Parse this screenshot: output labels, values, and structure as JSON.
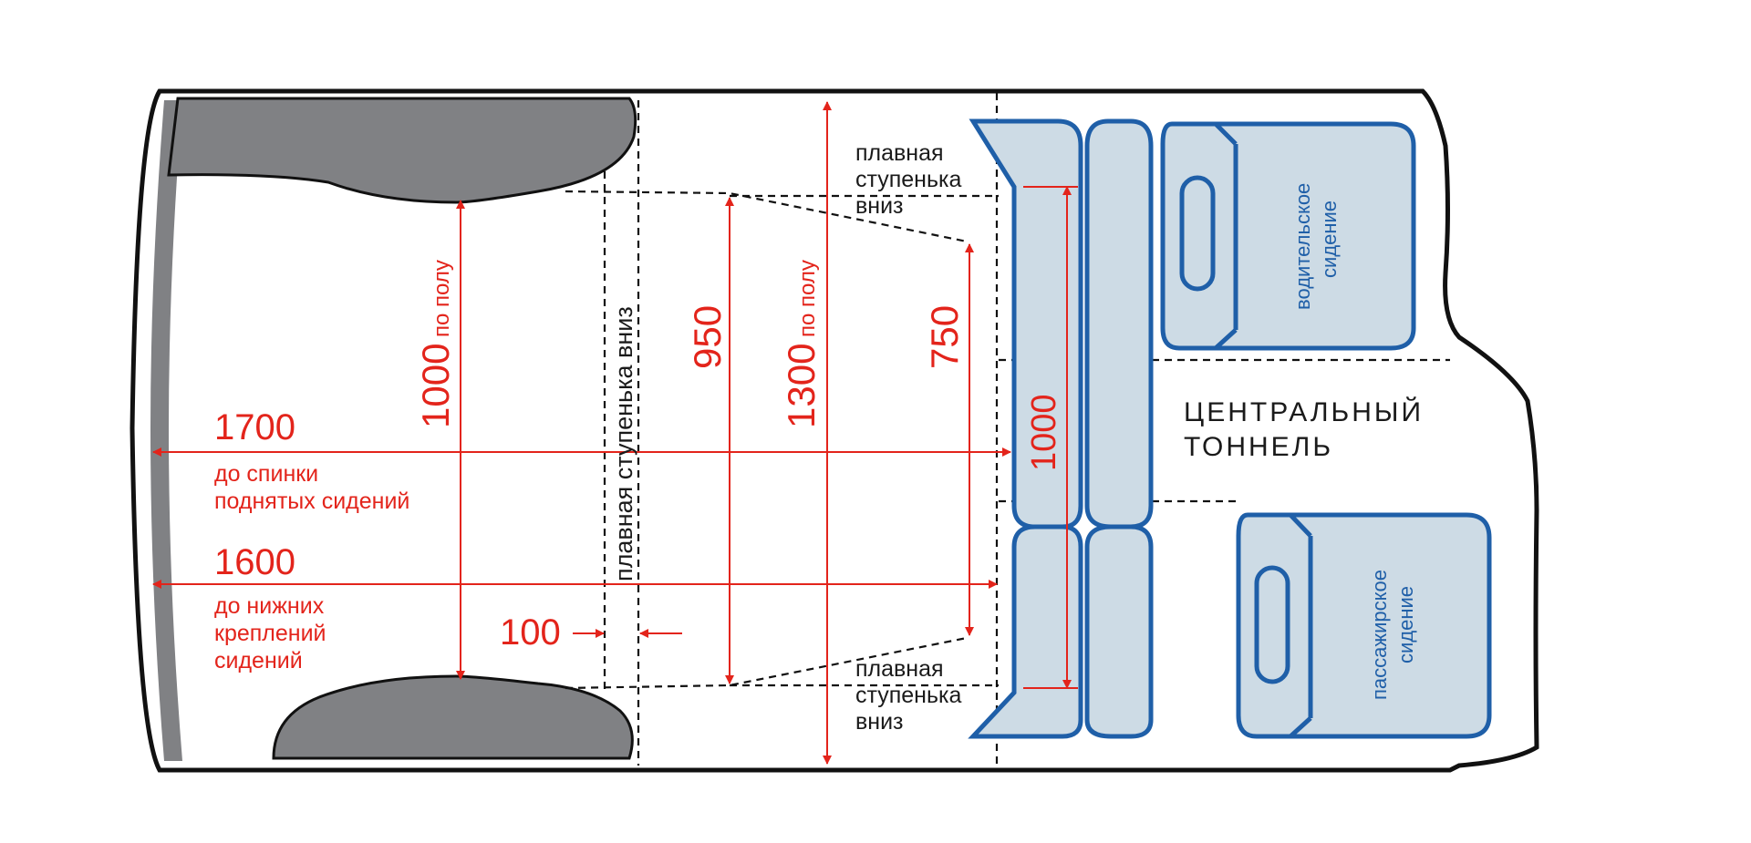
{
  "dimensions": {
    "d1700": {
      "value": "1700",
      "note_line1": "до спинки",
      "note_line2": "поднятых сидений"
    },
    "d1600": {
      "value": "1600",
      "note_line1": "до нижних",
      "note_line2": "креплений",
      "note_line3": "сидений"
    },
    "d1000_floor": {
      "value": "1000",
      "suffix": "по полу"
    },
    "d1300_floor": {
      "value": "1300",
      "suffix": "по полу"
    },
    "d950": {
      "value": "950"
    },
    "d750": {
      "value": "750"
    },
    "d100": {
      "value": "100"
    },
    "d1000_seats": {
      "value": "1000"
    }
  },
  "labels": {
    "step_vertical": "плавная ступенька вниз",
    "step_top": [
      "плавная",
      "ступенька",
      "вниз"
    ],
    "step_bottom": [
      "плавная",
      "ступенька",
      "вниз"
    ],
    "tunnel": [
      "ЦЕНТРАЛЬНЫЙ",
      "ТОННЕЛЬ"
    ],
    "driver_seat": [
      "водительское",
      "сидение"
    ],
    "passenger_seat": [
      "пассажирское",
      "сидение"
    ]
  },
  "colors": {
    "dimension": "#e3241b",
    "seat_outline": "#1f5fa8",
    "seat_fill": "#cddbe5",
    "wheel_arch": "#808184",
    "body_outline": "#111111"
  }
}
